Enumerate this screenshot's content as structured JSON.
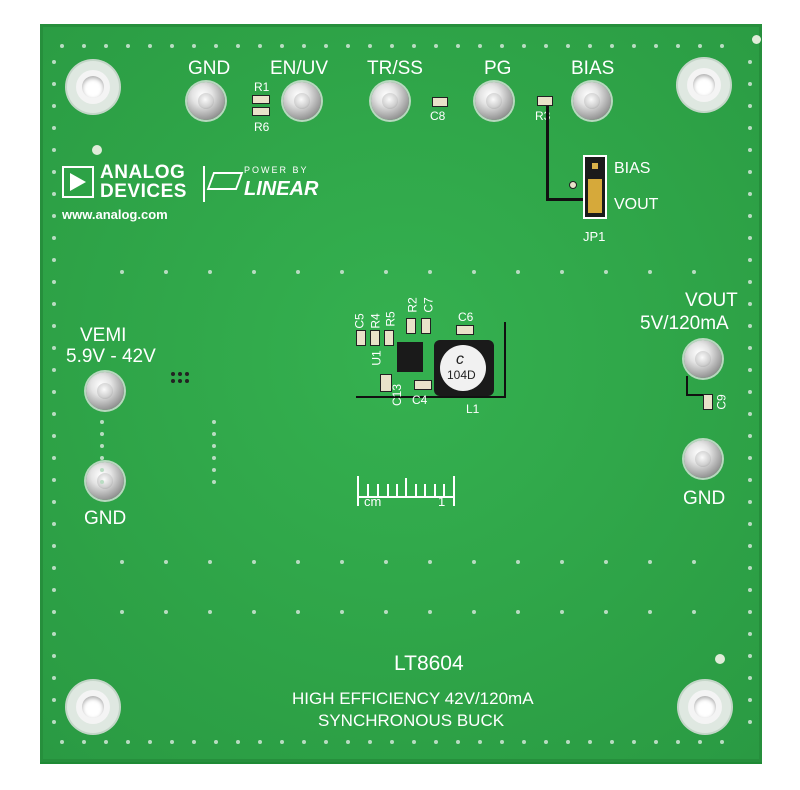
{
  "board": {
    "connectors_top": [
      "GND",
      "EN/UV",
      "TR/SS",
      "PG",
      "BIAS"
    ],
    "jumper": {
      "label": "JP1",
      "opt1": "BIAS",
      "opt2": "VOUT"
    },
    "input": {
      "label": "VEMI",
      "range": "5.9V - 42V",
      "gnd": "GND"
    },
    "output": {
      "label": "VOUT",
      "rating": "5V/120mA",
      "gnd": "GND"
    },
    "logo": {
      "company_line1": "ANALOG",
      "company_line2": "DEVICES",
      "website": "www.analog.com",
      "power_by": "POWER BY",
      "linear": "LINEAR"
    },
    "components": {
      "r1": "R1",
      "r6": "R6",
      "c8": "C8",
      "r3": "R3",
      "c5": "C5",
      "r4": "R4",
      "r5": "R5",
      "r2": "R2",
      "c7": "C7",
      "c6": "C6",
      "u1": "U1",
      "c13": "C13",
      "c4": "C4",
      "l1": "L1",
      "c9": "C9",
      "inductor_mark": "104D"
    },
    "ruler": {
      "unit": "cm",
      "mark": "1"
    },
    "part_number": "LT8604",
    "description_line1": "HIGH EFFICIENCY 42V/120mA",
    "description_line2": "SYNCHRONOUS BUCK"
  }
}
